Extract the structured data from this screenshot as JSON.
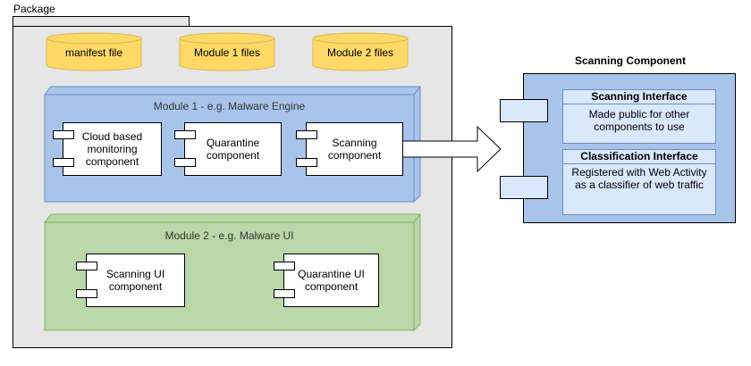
{
  "package": {
    "title": "Package",
    "files": [
      "manifest file",
      "Module 1 files",
      "Module 2 files"
    ]
  },
  "module1": {
    "title": "Module 1 - e.g. Malware Engine",
    "components": [
      {
        "lines": [
          "Cloud based",
          "monitoring",
          "component"
        ]
      },
      {
        "lines": [
          "Quarantine",
          "component"
        ]
      },
      {
        "lines": [
          "Scanning",
          "component"
        ]
      }
    ]
  },
  "module2": {
    "title": "Module 2 - e.g. Malware UI",
    "components": [
      {
        "lines": [
          "Scanning UI",
          "component"
        ]
      },
      {
        "lines": [
          "Quarantine UI",
          "component"
        ]
      }
    ]
  },
  "scanning_component": {
    "title": "Scanning Component",
    "interfaces": [
      {
        "title": "Scanning Interface",
        "lines": [
          "Made public for other",
          "components to use"
        ]
      },
      {
        "title": "Classification Interface",
        "lines": [
          "Registered with Web Activity",
          "as a classifier of web traffic"
        ]
      }
    ]
  },
  "colors": {
    "package_fill": "#e6e6e6",
    "file_fill": "#ffd966",
    "file_stroke": "#d6b656",
    "module1_fill": "#a9c4eb",
    "module1_stroke": "#6c8ebf",
    "module2_fill": "#b9d7a8",
    "module2_stroke": "#82b366",
    "interface_fill": "#dae8fc"
  }
}
